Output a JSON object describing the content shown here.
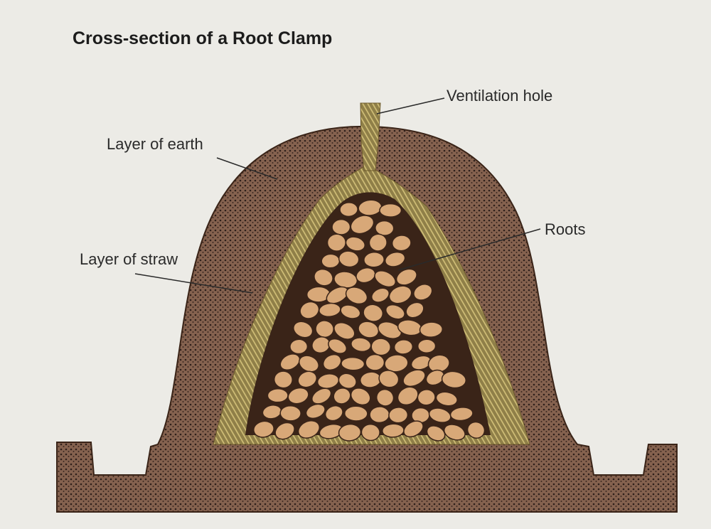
{
  "title": "Cross-section of a Root Clamp",
  "labels": {
    "ventilation": "Ventilation hole",
    "earth": "Layer of earth",
    "roots": "Roots",
    "straw": "Layer of straw"
  },
  "colors": {
    "background": "#ecebe6",
    "earth": "#7d5c4c",
    "earth_dots": "#2e1f1a",
    "straw": "#b4a25e",
    "roots": "#d8a878",
    "root_outline": "#3a2418"
  }
}
